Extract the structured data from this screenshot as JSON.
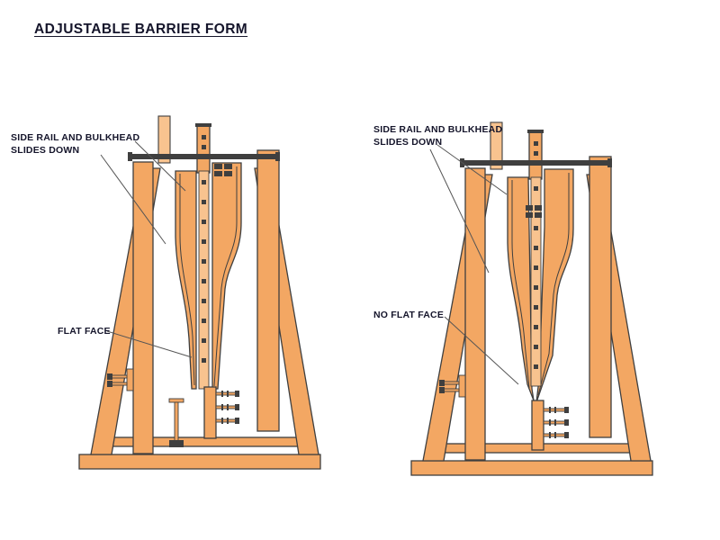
{
  "title": "ADJUSTABLE BARRIER FORM",
  "colors": {
    "orange": "#F3A763",
    "orange-light": "#F8C38F",
    "outline": "#3F3F3F",
    "leader": "#555555",
    "label": "#15152B",
    "background": "#FFFFFF"
  },
  "left_figure": {
    "label_side_rail": "SIDE RAIL AND BULKHEAD\nSLIDES DOWN",
    "label_face": "FLAT FACE"
  },
  "right_figure": {
    "label_side_rail": "SIDE RAIL AND BULKHEAD\nSLIDES DOWN",
    "label_face": "NO FLAT FACE"
  }
}
